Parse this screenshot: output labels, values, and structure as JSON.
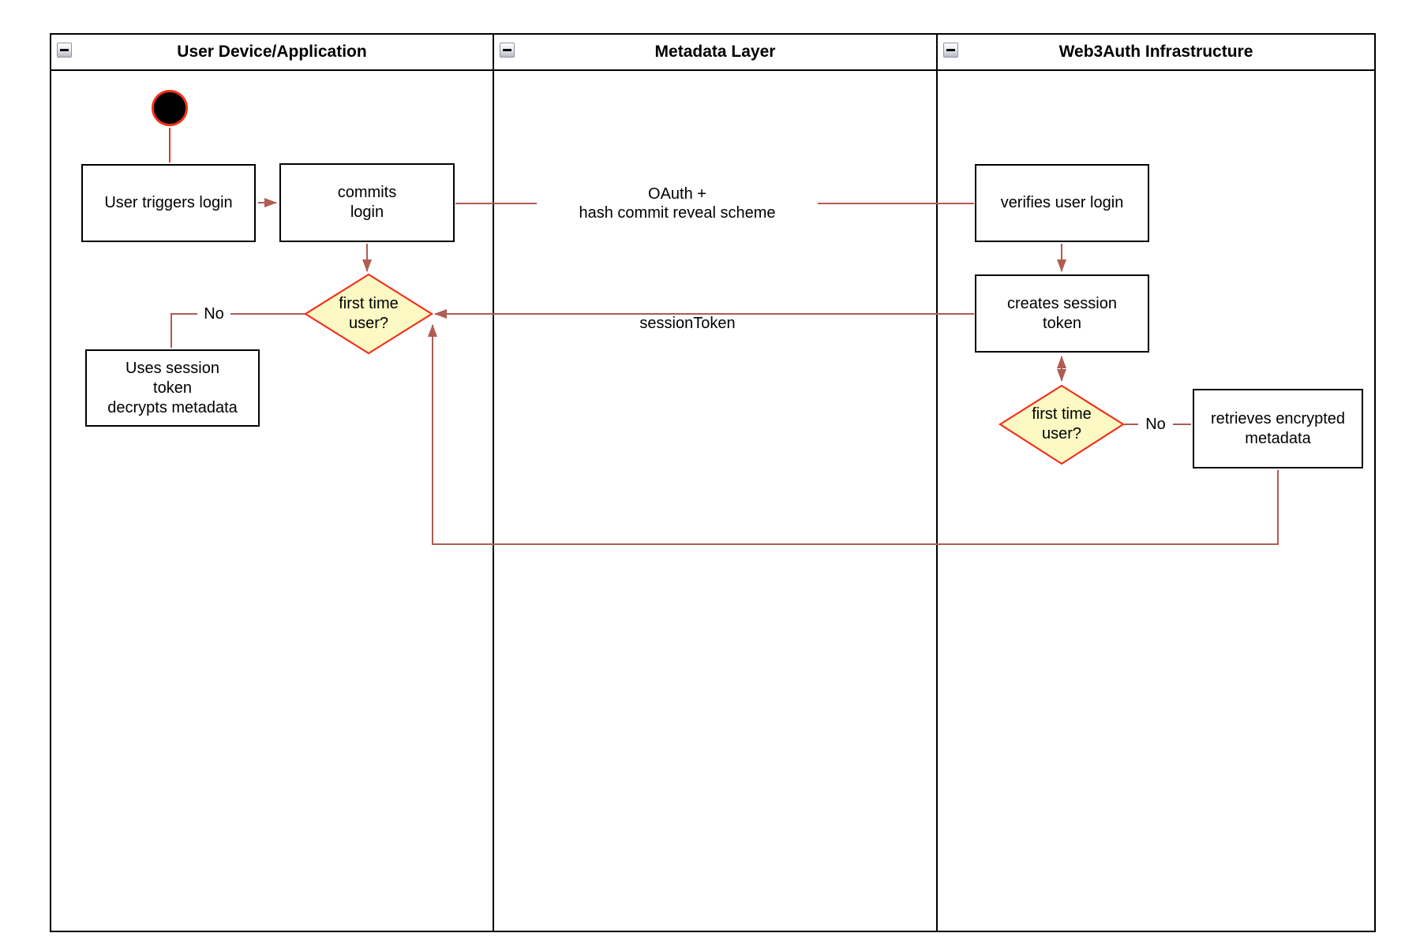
{
  "colors": {
    "connector_red": "#b05c52",
    "bright_red": "#f3301b",
    "decision_fill": "#fcf9c4",
    "shape_border": "#000000",
    "decision_border": "#f3301b"
  },
  "lanes": [
    {
      "title": "User Device/Application"
    },
    {
      "title": "Metadata Layer"
    },
    {
      "title": "Web3Auth Infrastructure"
    }
  ],
  "nodes": {
    "user_triggers_login": {
      "label": "User triggers login"
    },
    "commits_login": {
      "label": "commits\nlogin"
    },
    "first_time_user_device": {
      "label": "first time\nuser?"
    },
    "uses_session_token": {
      "label": "Uses session\ntoken\ndecrypts metadata"
    },
    "verifies_user_login": {
      "label": "verifies user login"
    },
    "creates_session_token": {
      "label": "creates session\ntoken"
    },
    "first_time_user_infra": {
      "label": "first time\nuser?"
    },
    "retrieves_encrypted_metadata": {
      "label": "retrieves encrypted\nmetadata"
    }
  },
  "edges": {
    "oauth_label": "OAuth +\nhash commit reveal scheme",
    "session_token_label": "sessionToken",
    "no_device_label": "No",
    "no_infra_label": "No"
  }
}
